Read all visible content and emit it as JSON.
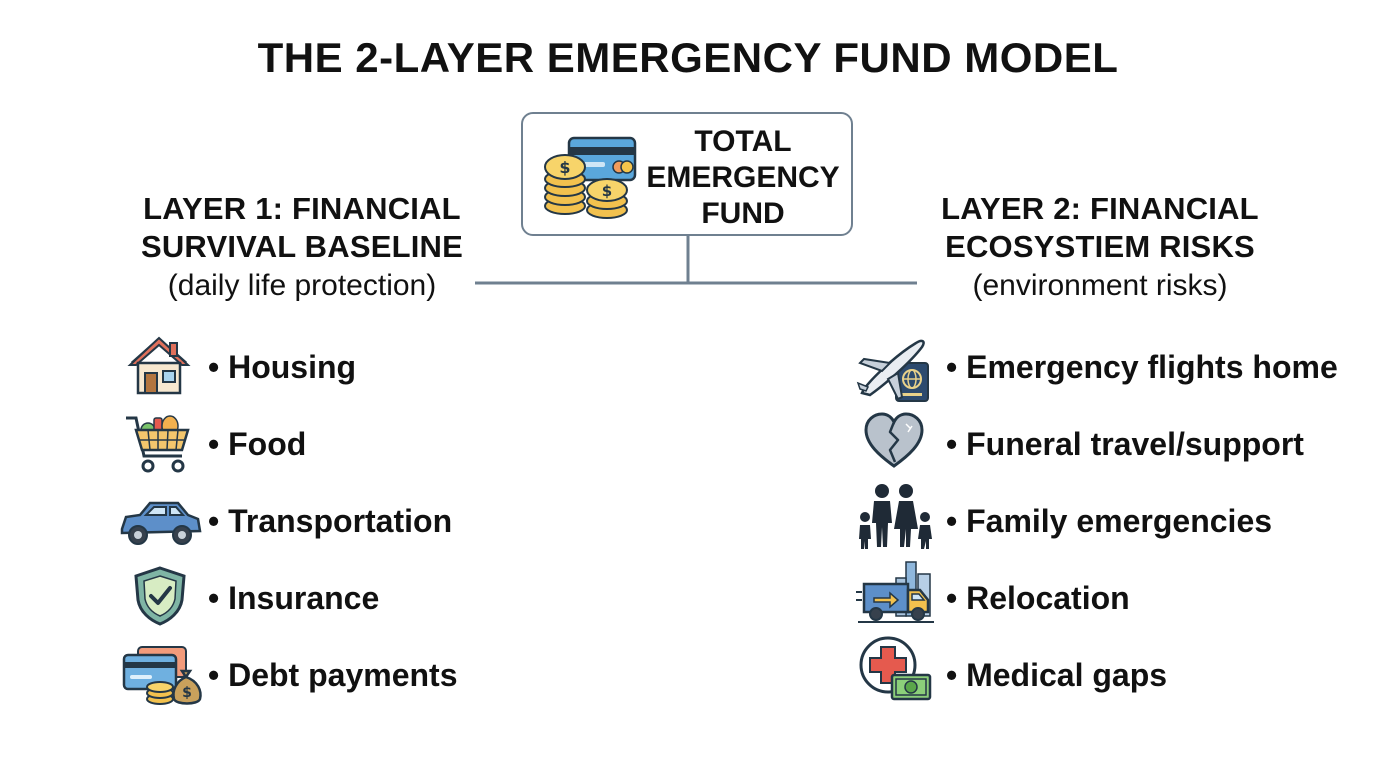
{
  "title": "THE 2-LAYER EMERGENCY FUND MODEL",
  "total": {
    "label": "TOTAL EMERGENCY FUND",
    "icon": "coins-card-icon"
  },
  "layer1": {
    "title": "LAYER 1: FINANCIAL SURVIVAL BASELINE",
    "subtitle": "(daily life protection)",
    "items": [
      {
        "label": "Housing",
        "icon": "house-icon"
      },
      {
        "label": "Food",
        "icon": "shopping-cart-icon"
      },
      {
        "label": "Transportation",
        "icon": "car-icon"
      },
      {
        "label": "Insurance",
        "icon": "shield-check-icon"
      },
      {
        "label": "Debt payments",
        "icon": "cards-money-bag-icon"
      }
    ]
  },
  "layer2": {
    "title": "LAYER 2: FINANCIAL ECOSYSTIEM RISKS",
    "subtitle": "(environment risks)",
    "items": [
      {
        "label": "Emergency flights home",
        "icon": "airplane-passport-icon"
      },
      {
        "label": "Funeral travel/support",
        "icon": "broken-heart-icon"
      },
      {
        "label": "Family emergencies",
        "icon": "family-icon"
      },
      {
        "label": "Relocation",
        "icon": "moving-truck-icon"
      },
      {
        "label": "Medical gaps",
        "icon": "medical-cross-cash-icon"
      }
    ]
  },
  "colors": {
    "connector": "#6f8090",
    "text": "#111111"
  }
}
